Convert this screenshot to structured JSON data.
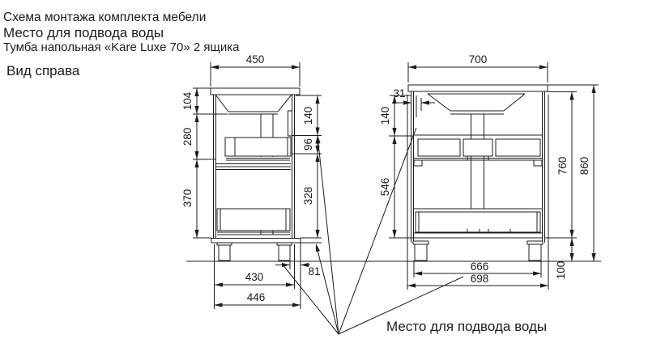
{
  "header": {
    "title_line1": "Схема монтажа комплекта мебели",
    "title_line2": "Место для подвода воды",
    "title_line3": "Тумба напольная «Kare Luxe 70» 2 ящика",
    "view_label": "Вид справа"
  },
  "footer": {
    "water_note": "Место для подвода воды"
  },
  "side_view": {
    "dims": {
      "top_width": "450",
      "left_top": "104",
      "left_mid": "280",
      "left_bottom": "370",
      "right_top": "140",
      "right_cutout": "96",
      "right_bottom": "328",
      "back_offset": "81",
      "bottom_inner": "430",
      "bottom_outer": "446"
    }
  },
  "front_view": {
    "dims": {
      "top_width": "700",
      "water_offset": "31",
      "left_top": "140",
      "left_bottom": "546",
      "height_body": "760",
      "height_total": "860",
      "leg_height": "100",
      "bottom_inner": "666",
      "bottom_outer": "698"
    }
  },
  "colors": {
    "line": "#1c1c1c",
    "background": "#ffffff"
  }
}
